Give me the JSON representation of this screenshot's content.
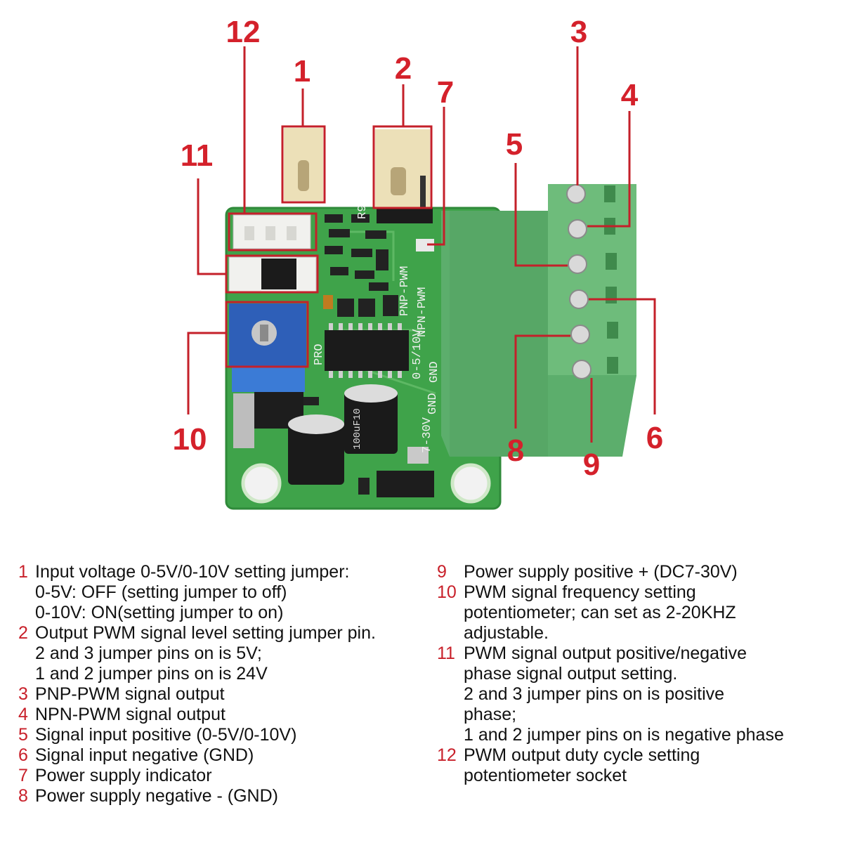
{
  "callouts": {
    "c1": "1",
    "c2": "2",
    "c3": "3",
    "c4": "4",
    "c5": "5",
    "c6": "6",
    "c7": "7",
    "c8": "8",
    "c9": "9",
    "c10": "10",
    "c11": "11",
    "c12": "12"
  },
  "board_labels": {
    "r9": "R9",
    "pnp": "PNP-PWM",
    "npn": "NPN-PWM",
    "sig": "0-5/10V",
    "gnd1": "GND",
    "gnd2": "GND",
    "vin": "7-30V",
    "cap": "100uF10",
    "pro": "PRO"
  },
  "legend_left": [
    {
      "num": "1",
      "lines": [
        "Input voltage 0-5V/0-10V setting jumper:",
        "0-5V: OFF (setting jumper to off)",
        "0-10V: ON(setting jumper to on)"
      ]
    },
    {
      "num": "2",
      "lines": [
        "Output PWM signal level setting jumper pin.",
        "2 and 3 jumper pins on is 5V;",
        "1 and 2 jumper pins on is 24V"
      ]
    },
    {
      "num": "3",
      "lines": [
        "PNP-PWM signal output"
      ]
    },
    {
      "num": "4",
      "lines": [
        "NPN-PWM signal output"
      ]
    },
    {
      "num": "5",
      "lines": [
        "Signal input positive (0-5V/0-10V)"
      ]
    },
    {
      "num": "6",
      "lines": [
        "Signal input negative (GND)"
      ]
    },
    {
      "num": "7",
      "lines": [
        "Power supply indicator"
      ]
    },
    {
      "num": "8",
      "lines": [
        "Power supply negative - (GND)"
      ]
    }
  ],
  "legend_right": [
    {
      "num": "9",
      "lines": [
        "Power supply positive + (DC7-30V)"
      ]
    },
    {
      "num": "10",
      "lines": [
        "PWM signal frequency setting",
        "potentiometer; can set as 2-20KHZ",
        "adjustable."
      ]
    },
    {
      "num": "11",
      "lines": [
        "PWM signal output positive/negative",
        "phase signal output setting.",
        "2 and 3 jumper pins on is positive",
        "phase;",
        "1 and 2 jumper pins on is negative phase"
      ]
    },
    {
      "num": "12",
      "lines": [
        "PWM output duty cycle setting",
        "potentiometer socket"
      ]
    }
  ],
  "colors": {
    "callout": "#d4212b",
    "pcb": "#3fa34a",
    "terminal": "#5cae6c",
    "trimpot": "#2e5fb8"
  }
}
